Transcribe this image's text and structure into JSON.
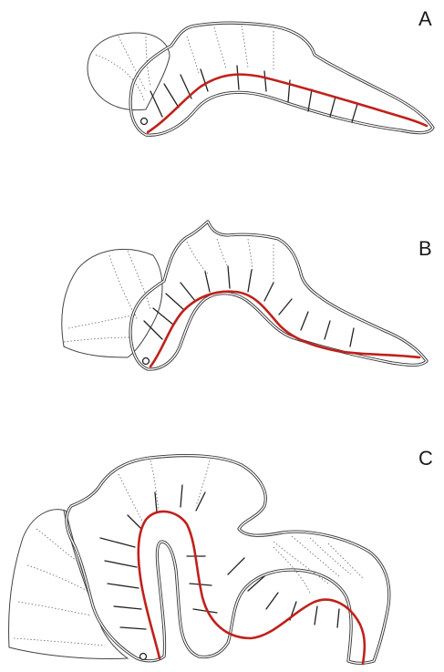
{
  "panels": [
    {
      "label": "A"
    },
    {
      "label": "B"
    },
    {
      "label": "C"
    }
  ],
  "colors": {
    "outline": "#333333",
    "midline": "#c0211b",
    "background": "#ffffff"
  }
}
